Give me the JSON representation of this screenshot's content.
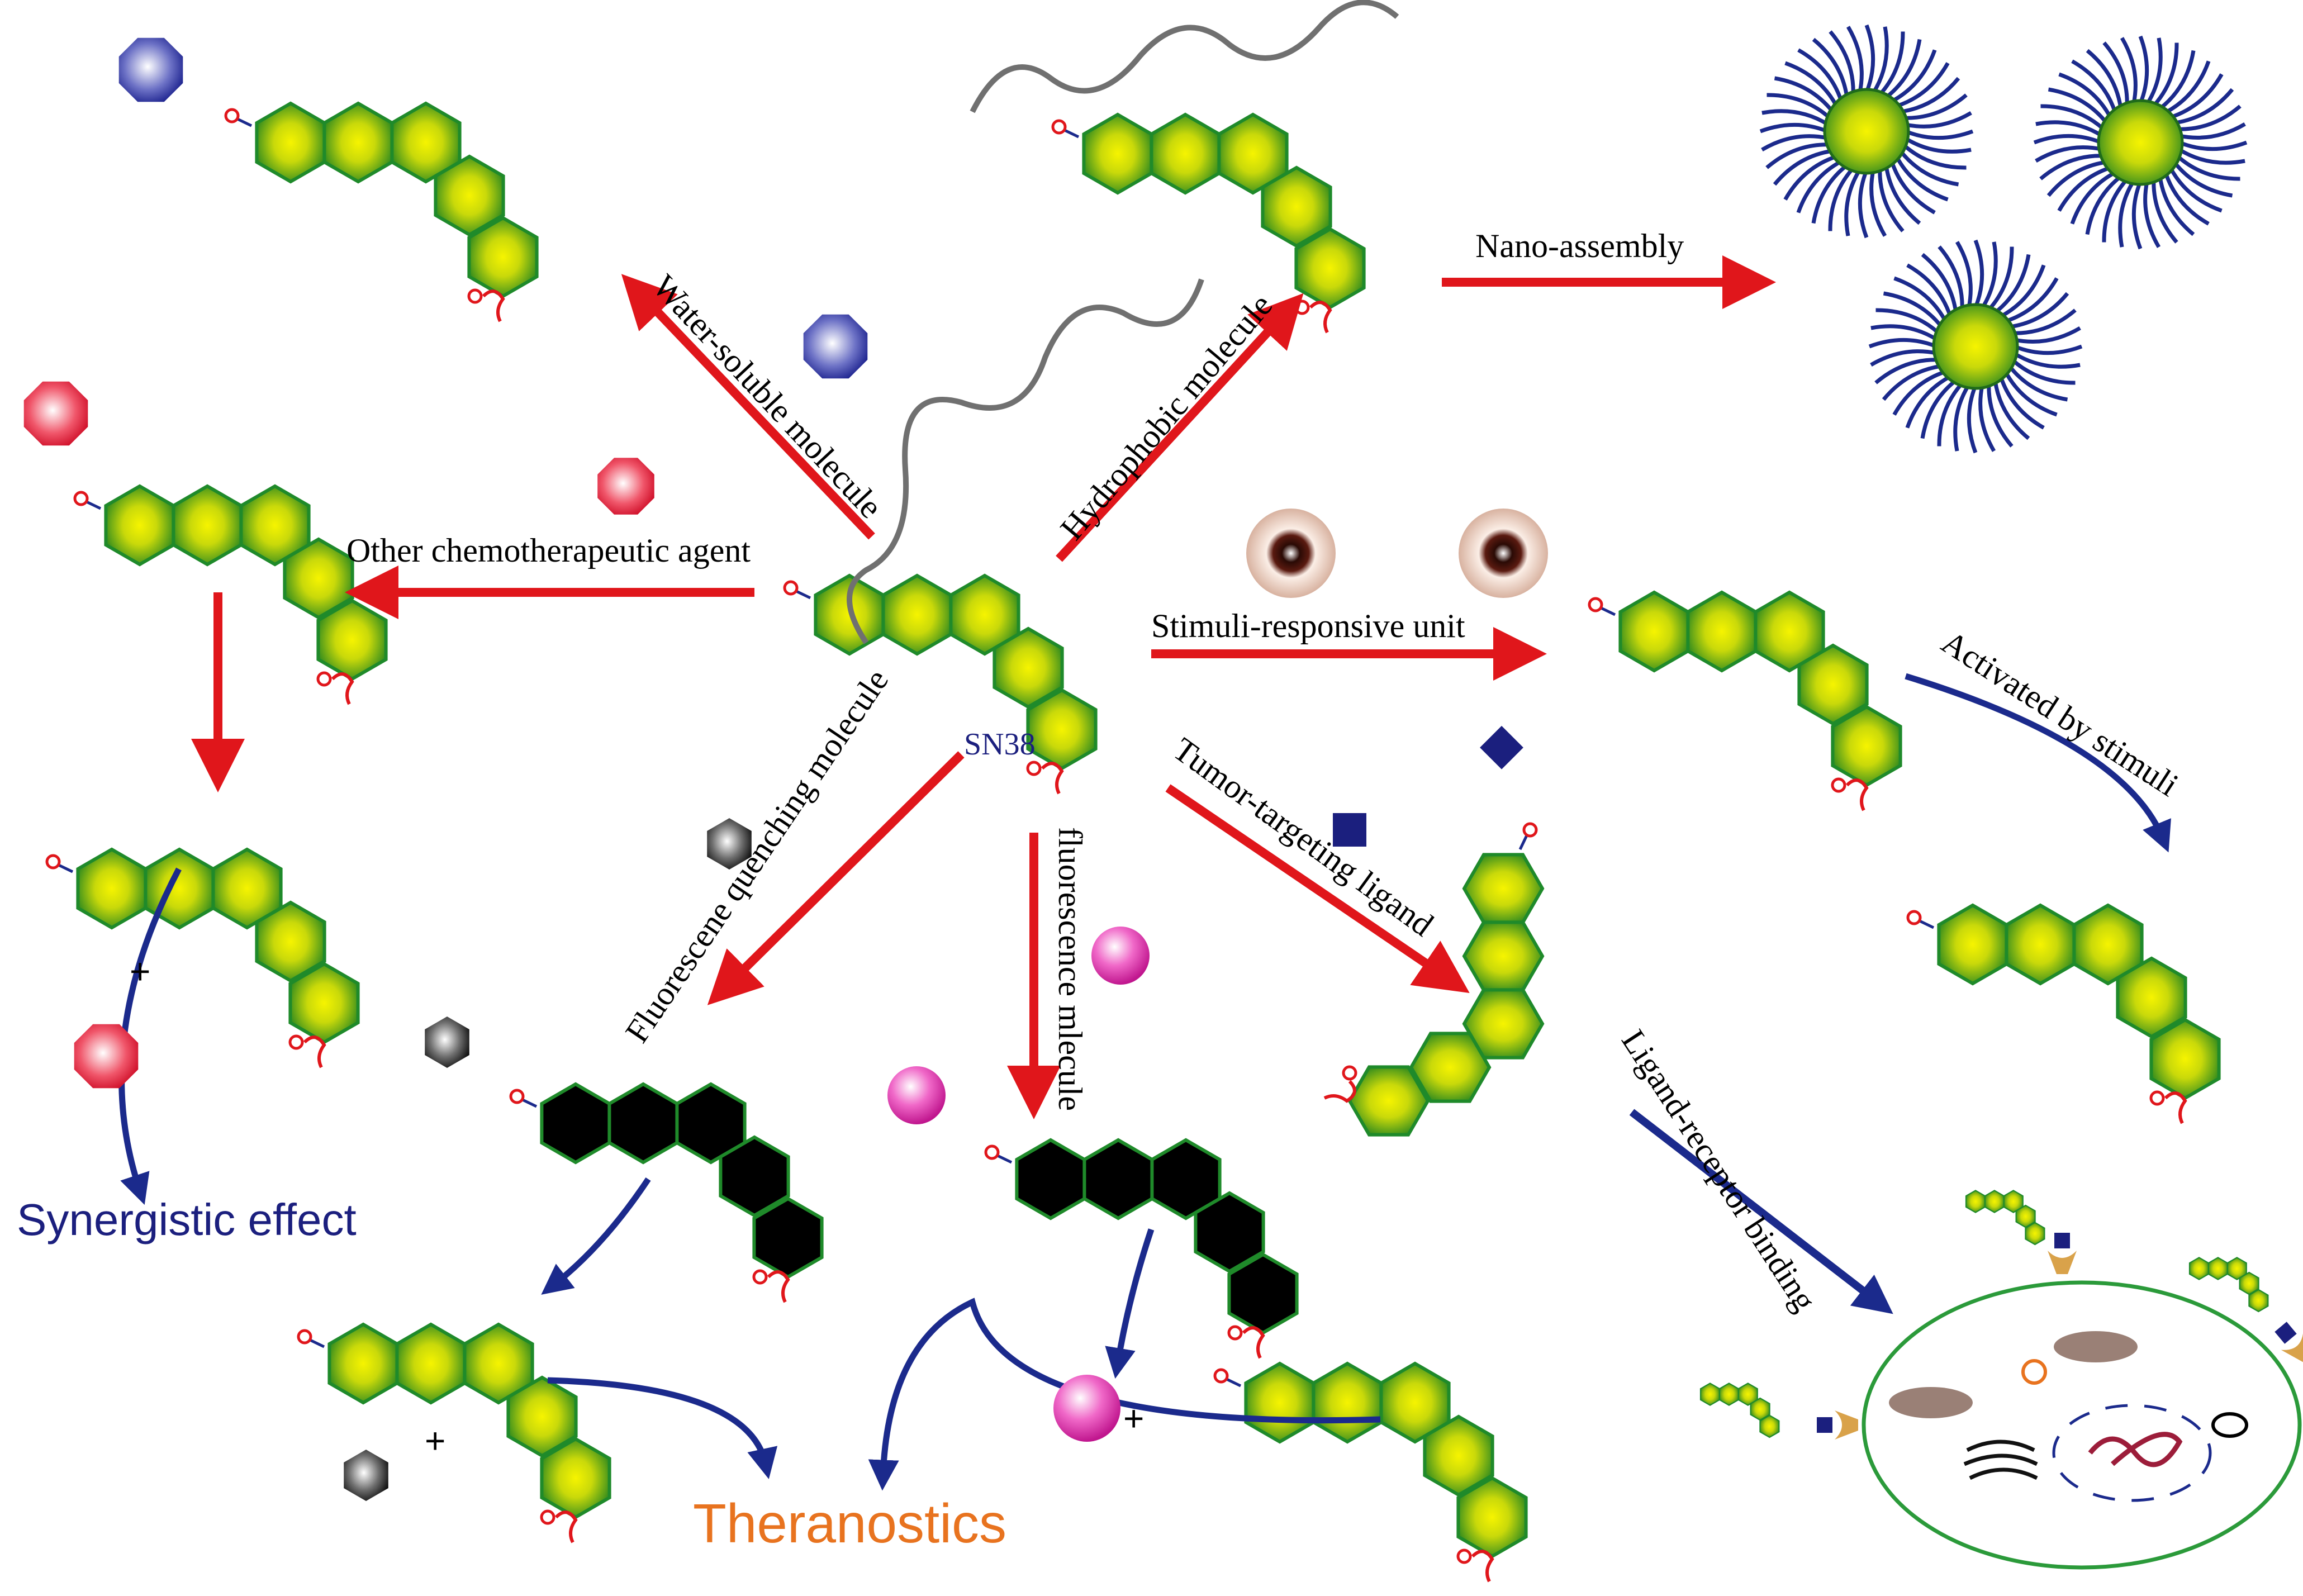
{
  "center_label": "SN38",
  "arrows": {
    "water_soluble": "Water-soluble molecule",
    "hydrophobic": "Hydrophobic molecule",
    "nano_assembly": "Nano-assembly",
    "other_chemo": "Other chemotherapeutic agent",
    "stimuli_unit": "Stimuli-responsive unit",
    "activated": "Activated by stimuli",
    "quenching": "Fluorescene quenching molecule",
    "fluorescence": "fluorescence mlecule",
    "tumor_ligand": "Tumor-targeting ligand",
    "ligand_receptor": "Ligand-receptor binding"
  },
  "outcomes": {
    "synergistic": "Synergistic effect",
    "theranostics": "Theranostics"
  },
  "plus_sign": "+",
  "colors": {
    "ring_fill_center": "#f2f200",
    "ring_fill_edge": "#2f8a1e",
    "ring_stroke": "#1f6b1a",
    "red_arrow": "#e0161b",
    "blue_arrow": "#1b2a8c",
    "quenched_ring": "#000000",
    "micelle_arm": "#1b2a8c",
    "cell_membrane": "#2b9a3a"
  },
  "icons": {
    "water_soluble": "blue-octagon-icon",
    "chemo": "red-octagon-icon",
    "quencher": "black-hexagon-icon",
    "fluorophore": "pink-sphere-icon",
    "ligand": "navy-square-icon",
    "stimuli": "eyeball-sphere-icon",
    "hydrophobic": "grey-chain-icon"
  }
}
